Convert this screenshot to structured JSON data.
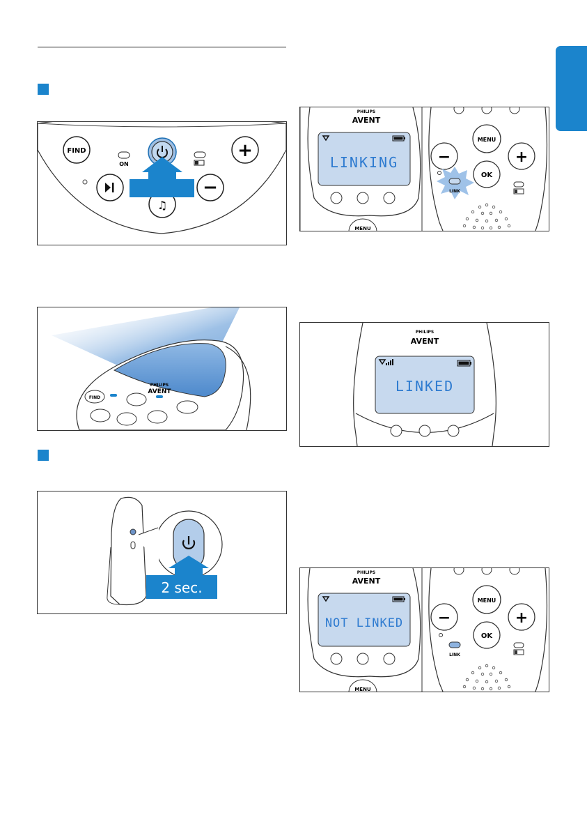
{
  "brand": {
    "line1": "PHILIPS",
    "line2": "AVENT"
  },
  "fig1": {
    "find": "FIND",
    "on": "ON",
    "minus": "−",
    "plus": "+"
  },
  "fig3": {
    "duration": "2 sec."
  },
  "fig4": {
    "screen": "LINKING",
    "menu": "MENU",
    "ok": "OK",
    "link": "LINK",
    "minus": "−",
    "plus": "+"
  },
  "fig5": {
    "screen": "LINKED"
  },
  "fig6": {
    "screen": "NOT LINKED",
    "menu": "MENU",
    "ok": "OK",
    "link": "LINK",
    "minus": "−",
    "plus": "+"
  },
  "colors": {
    "accent": "#1b84cc",
    "lcd": "#c7d9ee",
    "lcd_text": "#2e7bd0"
  }
}
